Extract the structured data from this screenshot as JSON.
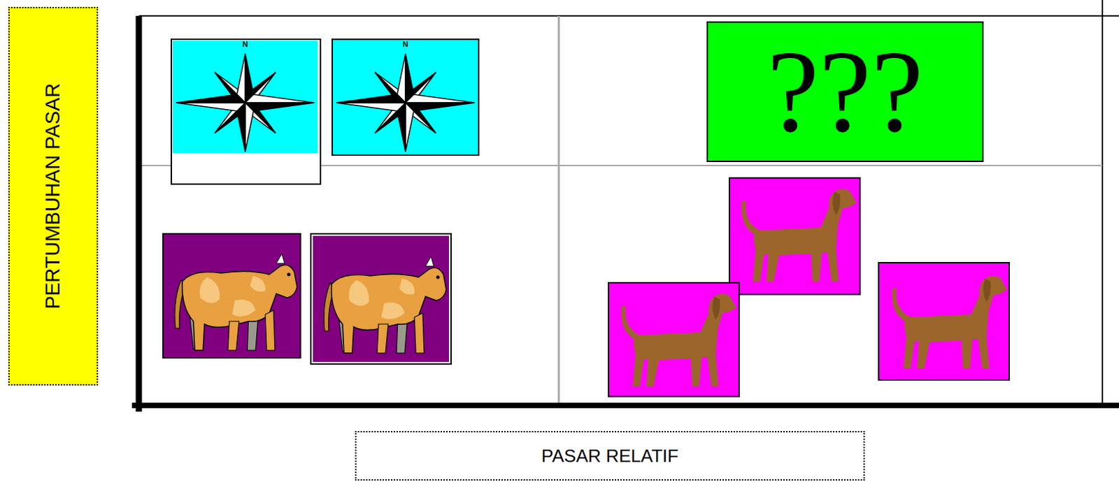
{
  "diagram": {
    "nodes": [
      {
        "text": [
          "PERTUMBUHAN PASAR"
        ]
      },
      {
        "text": [
          "???"
        ]
      },
      {
        "text": [
          "PASAR RELATIF"
        ]
      }
    ],
    "labels": [
      "N",
      "N"
    ]
  }
}
